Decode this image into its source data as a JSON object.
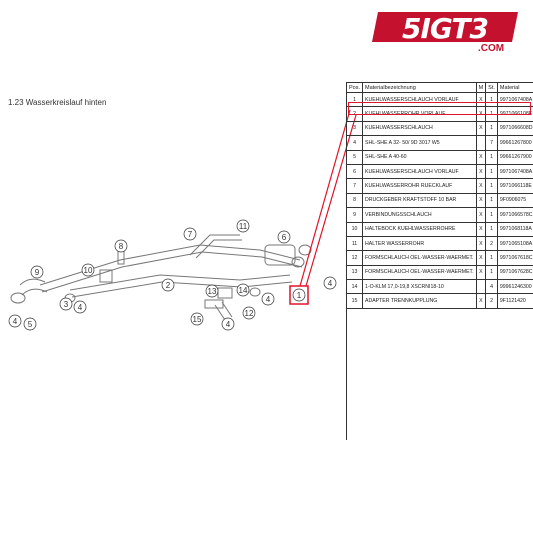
{
  "logo": {
    "brand": "5IGT3",
    "domain": ".COM",
    "color": "#c4122e"
  },
  "section_title": "1.23  Wasserkreislauf hinten",
  "highlight_color": "#e0142a",
  "table": {
    "headers": {
      "pos": "Pos.",
      "desc": "Materialbezeichnung",
      "m": "M",
      "st": "St.",
      "mat": "Material"
    },
    "rows": [
      {
        "pos": "1",
        "desc": "KUEHLWASSERSCHLAUCH VORLAUF",
        "m": "X",
        "st": "1",
        "mat": "9971067408A"
      },
      {
        "pos": "2",
        "desc": "KUEHLWASSERROHR VORLAUF",
        "m": "X",
        "st": "1",
        "mat": "9971066108E"
      },
      {
        "pos": "3",
        "desc": "KUEHLWASSERSCHLAUCH",
        "m": "X",
        "st": "1",
        "mat": "9971066608D"
      },
      {
        "pos": "4",
        "desc": "SHL-SHE A 32- 50/ 9D 3017 W5",
        "m": "",
        "st": "7",
        "mat": "99661267800"
      },
      {
        "pos": "5",
        "desc": "SHL-SHE A 40-60",
        "m": "X",
        "st": "1",
        "mat": "99661267900"
      },
      {
        "pos": "6",
        "desc": "KUEHLWASSERSCHLAUCH VORLAUF",
        "m": "X",
        "st": "1",
        "mat": "9971067408A"
      },
      {
        "pos": "7",
        "desc": "KUEHLWASSERROHR RUECKLAUF",
        "m": "X",
        "st": "1",
        "mat": "9971066118E"
      },
      {
        "pos": "8",
        "desc": "DRUCKGEBER KRAFTSTOFF 10 BAR",
        "m": "X",
        "st": "1",
        "mat": "9F0906075"
      },
      {
        "pos": "9",
        "desc": "VERBINDUNGSSCHLAUCH",
        "m": "X",
        "st": "1",
        "mat": "9971066578C"
      },
      {
        "pos": "10",
        "desc": "HALTEBOCK KUEHLWASSERROHRE",
        "m": "X",
        "st": "1",
        "mat": "9971068118A"
      },
      {
        "pos": "11",
        "desc": "HALTER WASSERROHR",
        "m": "X",
        "st": "2",
        "mat": "9971065108A"
      },
      {
        "pos": "12",
        "desc": "FORMSCHLAUCH OEL-WASSER-WAERMET.",
        "m": "X",
        "st": "1",
        "mat": "9971067618C"
      },
      {
        "pos": "13",
        "desc": "FORMSCHLAUCH OEL-WASSER-WAERMET.",
        "m": "X",
        "st": "1",
        "mat": "9971067628C"
      },
      {
        "pos": "14",
        "desc": "1-O-KLM 17,0-19,8 XSCRNI18-10",
        "m": "",
        "st": "4",
        "mat": "99961246300"
      },
      {
        "pos": "15",
        "desc": "ADAPTER TRENNKUPPLUNG",
        "m": "X",
        "st": "2",
        "mat": "9F1121420"
      }
    ]
  },
  "callouts": [
    "1",
    "2",
    "3",
    "4",
    "5",
    "6",
    "7",
    "8",
    "9",
    "10",
    "11",
    "12",
    "13",
    "14",
    "15"
  ]
}
